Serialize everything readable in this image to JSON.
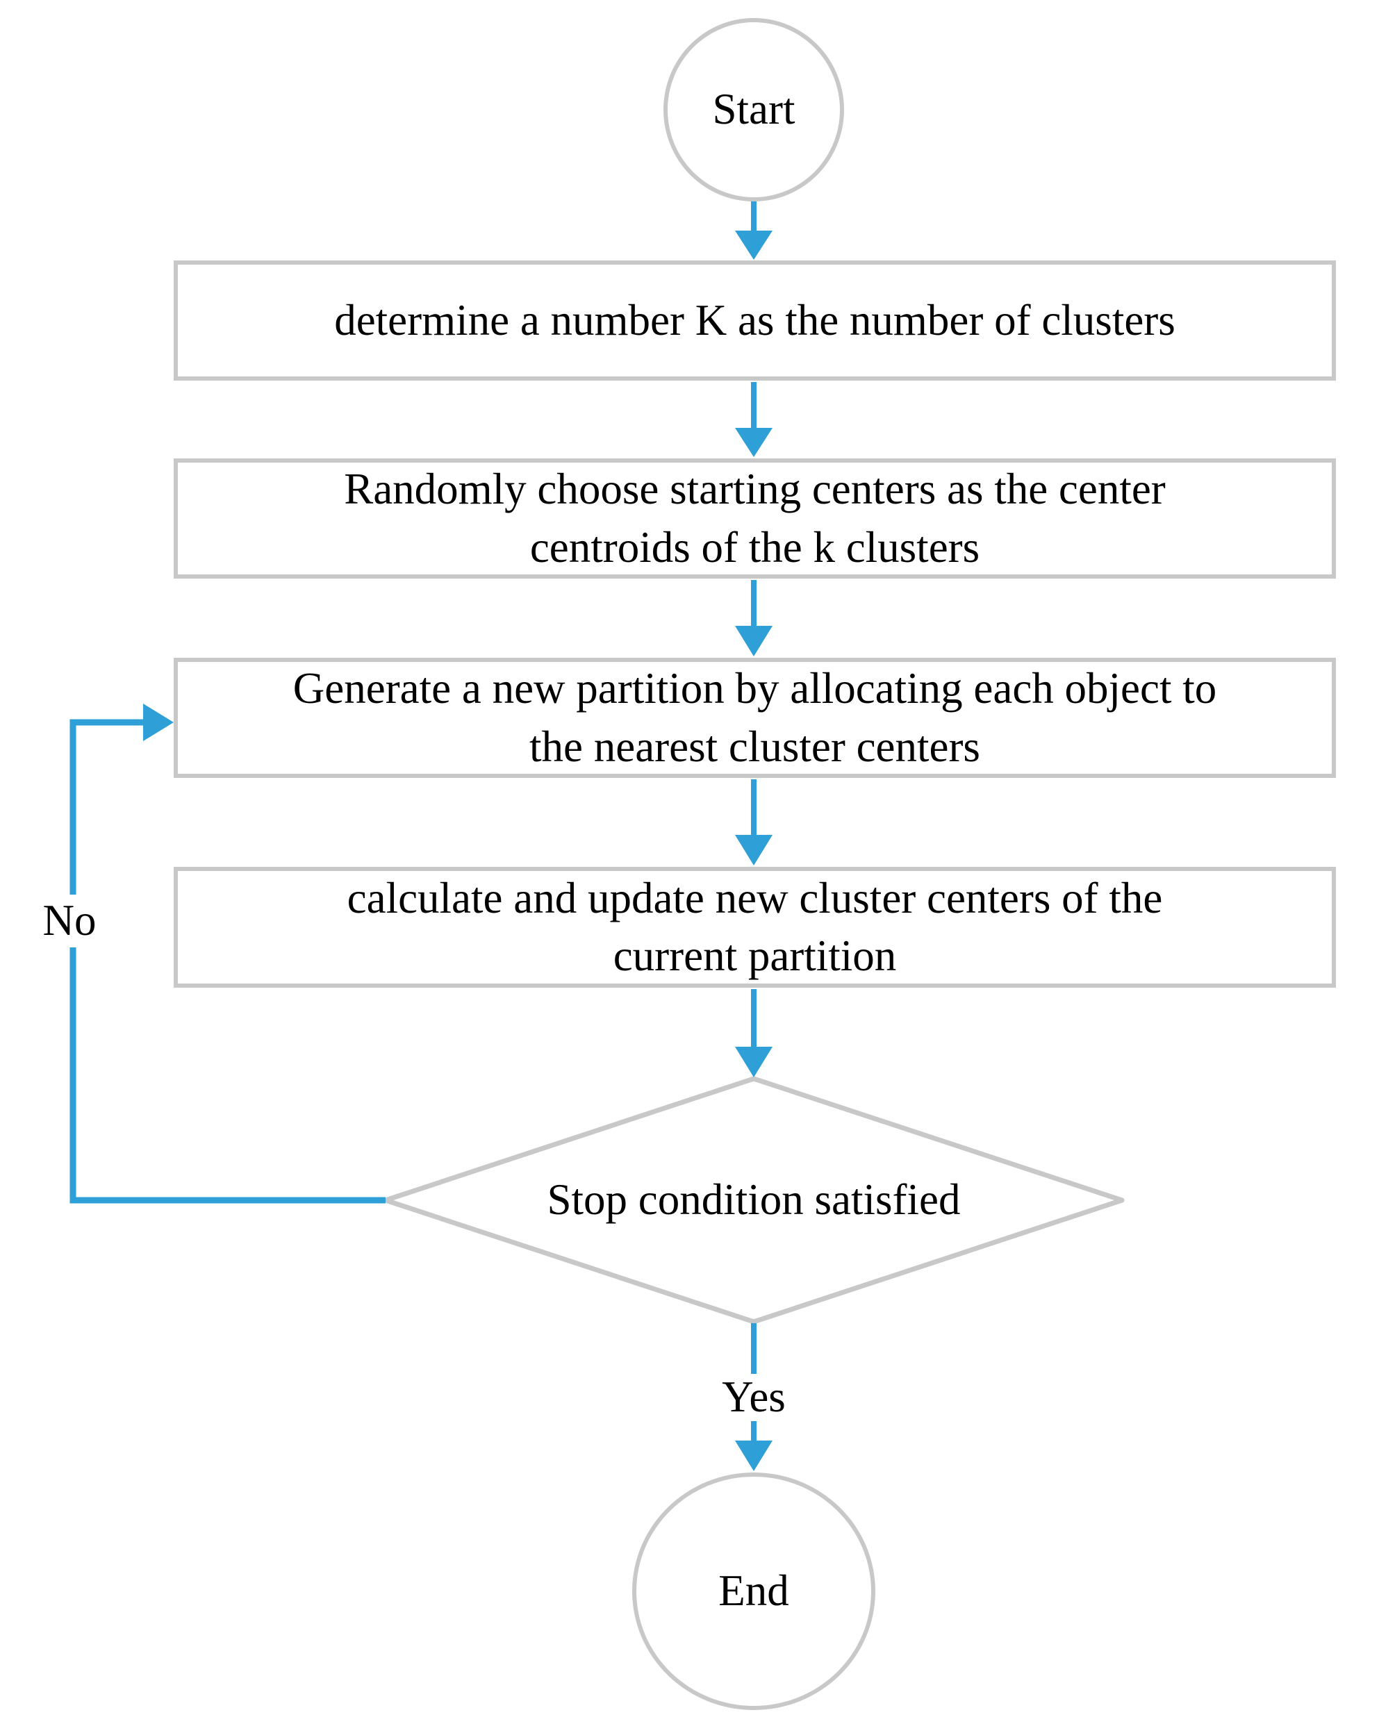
{
  "diagram": {
    "type": "flowchart",
    "subject": "k-means clustering algorithm",
    "nodes": {
      "start": {
        "shape": "ellipse",
        "label": "Start"
      },
      "step1": {
        "shape": "process",
        "label": "determine a number K as the number of clusters"
      },
      "step2": {
        "shape": "process",
        "label": [
          "Randomly choose starting centers as the center",
          "centroids of the k clusters"
        ]
      },
      "step3": {
        "shape": "process",
        "label": [
          "Generate a new partition by allocating each object to",
          "the nearest cluster centers"
        ]
      },
      "step4": {
        "shape": "process",
        "label": [
          "calculate and update new cluster centers of the",
          "current partition"
        ]
      },
      "decision": {
        "shape": "diamond",
        "label": "Stop condition satisfied"
      },
      "end": {
        "shape": "ellipse",
        "label": "End"
      }
    },
    "edge_labels": {
      "yes": "Yes",
      "no": "No"
    },
    "colors": {
      "connector_blue": "#2E9FD7",
      "shape_border_gray": "#C8C8C8",
      "text_black": "#000000",
      "canvas_white": "#FFFFFF"
    }
  }
}
